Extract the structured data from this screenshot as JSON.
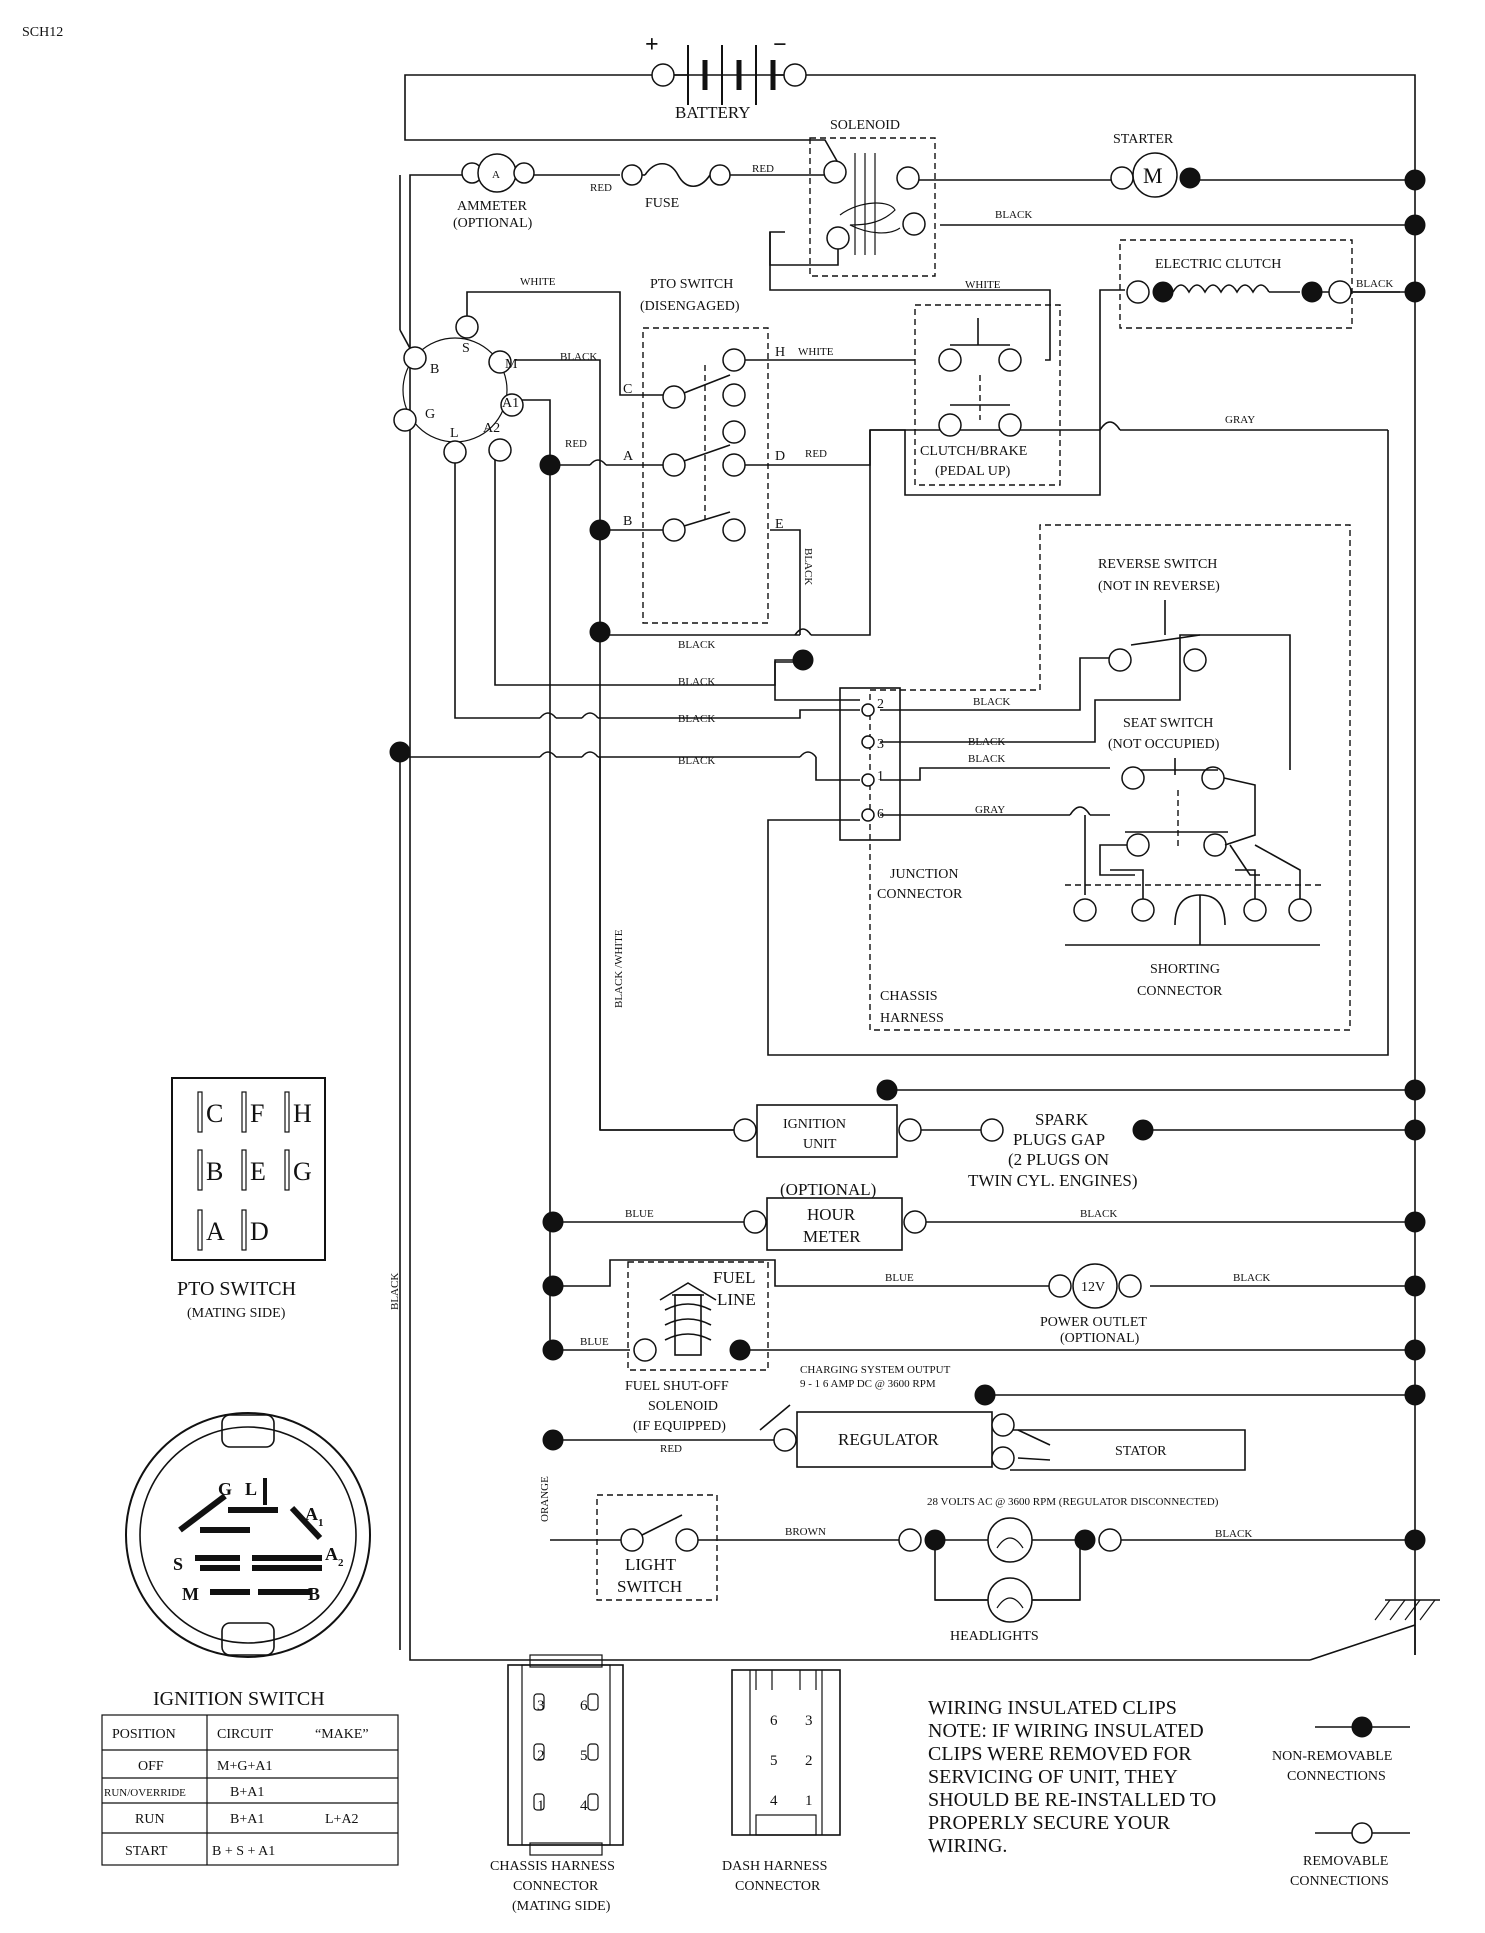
{
  "page_id": "SCH12",
  "components": {
    "battery": "BATTERY",
    "battery_plus": "+",
    "battery_minus": "−",
    "solenoid": "SOLENOID",
    "starter": "STARTER",
    "starter_symbol": "M",
    "ammeter": "AMMETER",
    "ammeter_optional": "(OPTIONAL)",
    "ammeter_symbol": "A",
    "fuse": "FUSE",
    "pto_switch": "PTO SWITCH",
    "pto_state": "(DISENGAGED)",
    "electric_clutch": "ELECTRIC CLUTCH",
    "clutch_brake": "CLUTCH/BRAKE",
    "clutch_brake_state": "(PEDAL UP)",
    "reverse_switch": "REVERSE SWITCH",
    "reverse_state": "(NOT IN REVERSE)",
    "seat_switch": "SEAT SWITCH",
    "seat_state": "(NOT OCCUPIED)",
    "junction_1": "JUNCTION",
    "junction_2": "CONNECTOR",
    "shorting_1": "SHORTING",
    "shorting_2": "CONNECTOR",
    "chassis_1": "CHASSIS",
    "chassis_2": "HARNESS",
    "ignition_unit_1": "IGNITION",
    "ignition_unit_2": "UNIT",
    "spark_1": "SPARK",
    "spark_2": "PLUGS GAP",
    "spark_3": "(2 PLUGS ON",
    "spark_4": "TWIN CYL. ENGINES)",
    "hour_meter_opt": "(OPTIONAL)",
    "hour_meter_1": "HOUR",
    "hour_meter_2": "METER",
    "power_outlet_symbol": "12V",
    "power_outlet": "POWER OUTLET",
    "power_outlet_opt": "(OPTIONAL)",
    "fuel_1": "FUEL",
    "fuel_2": "LINE",
    "fuel_sol_1": "FUEL SHUT-OFF",
    "fuel_sol_2": "SOLENOID",
    "fuel_sol_3": "(IF EQUIPPED)",
    "charging_1": "CHARGING SYSTEM OUTPUT",
    "charging_2": "9 - 1 6 AMP DC @ 3600 RPM",
    "regulator": "REGULATOR",
    "stator": "STATOR",
    "stator_volts": "28 VOLTS AC @ 3600 RPM (REGULATOR DISCONNECTED)",
    "light_switch_1": "LIGHT",
    "light_switch_2": "SWITCH",
    "headlights": "HEADLIGHTS"
  },
  "wires": {
    "red": "RED",
    "black": "BLACK",
    "white": "WHITE",
    "gray": "GRAY",
    "blue": "BLUE",
    "brown": "BROWN",
    "orange": "ORANGE",
    "black_white": "BLACK /WHITE"
  },
  "ignition_terminals": {
    "s": "S",
    "b": "B",
    "m": "M",
    "a1": "A1",
    "g": "G",
    "l": "L",
    "a2": "A2"
  },
  "pto_terminals": {
    "c": "C",
    "h": "H",
    "a": "A",
    "d": "D",
    "b": "B",
    "e": "E"
  },
  "junction_pins": [
    "2",
    "3",
    "1",
    "6"
  ],
  "pto_mating": {
    "title": "PTO SWITCH",
    "subtitle": "(MATING SIDE)",
    "rows": [
      [
        "C",
        "F",
        "H"
      ],
      [
        "B",
        "E",
        "G"
      ],
      [
        "A",
        "D"
      ]
    ]
  },
  "ignition_switch": {
    "title": "IGNITION SWITCH",
    "face_labels": {
      "g": "G",
      "l": "L",
      "a1": "A",
      "a1_sub": "1",
      "s": "S",
      "a2": "A",
      "a2_sub": "2",
      "m": "M",
      "b": "B"
    },
    "table_headers": [
      "POSITION",
      "CIRCUIT",
      "“MAKE”"
    ],
    "table_rows": [
      [
        "OFF",
        "M+G+A1",
        ""
      ],
      [
        "RUN/OVERRIDE",
        "B+A1",
        ""
      ],
      [
        "RUN",
        "B+A1",
        "L+A2"
      ],
      [
        "START",
        "B + S + A1",
        ""
      ]
    ]
  },
  "chassis_connector": {
    "title_1": "CHASSIS HARNESS",
    "title_2": "CONNECTOR",
    "title_3": "(MATING SIDE)",
    "pins": [
      "3",
      "6",
      "2",
      "5",
      "1",
      "4"
    ]
  },
  "dash_connector": {
    "title_1": "DASH HARNESS",
    "title_2": "CONNECTOR",
    "pins": [
      "6",
      "3",
      "5",
      "2",
      "4",
      "1"
    ]
  },
  "note": {
    "line_1": "WIRING INSULATED CLIPS",
    "line_2": "NOTE:  IF WIRING INSULATED",
    "line_3": "CLIPS WERE REMOVED FOR",
    "line_4": "SERVICING OF UNIT, THEY",
    "line_5": "SHOULD BE RE-INSTALLED TO",
    "line_6": "PROPERLY SECURE YOUR",
    "line_7": "WIRING."
  },
  "legend": {
    "non_removable_1": "NON-REMOVABLE",
    "non_removable_2": "CONNECTIONS",
    "removable_1": "REMOVABLE",
    "removable_2": "CONNECTIONS"
  }
}
